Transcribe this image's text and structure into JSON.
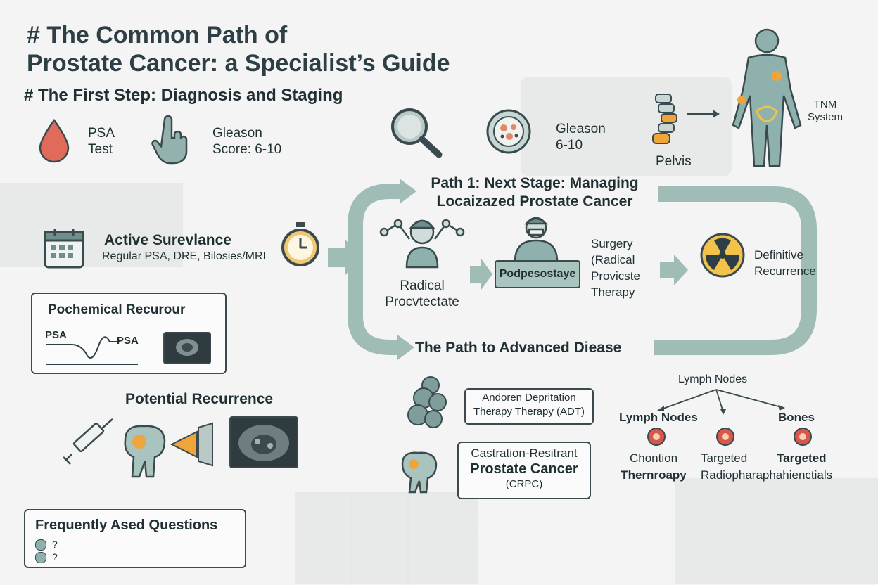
{
  "title": {
    "line1": "# The Common Path of",
    "line2": "Prostate Cancer: a Specialist’s Guide"
  },
  "diagnosis": {
    "heading": "# The First Step: Diagnosis and Staging",
    "psa": {
      "line1": "PSA",
      "line2": "Test"
    },
    "gleason_left": {
      "line1": "Gleason",
      "line2": "Score: 6-10"
    },
    "gleason_right": {
      "line1": "Gleason",
      "line2": "6-10"
    },
    "pelvis": "Pelvis",
    "tnm": {
      "line1": "TNM",
      "line2": "System"
    }
  },
  "active": {
    "title": "Active Surevlance",
    "subtitle": "Regular PSA, DRE, Bilosies/MRI"
  },
  "biochem": {
    "title": "Pochemical Recurour",
    "psa_a": "PSA",
    "psa_b": "PSA"
  },
  "potential": {
    "title": "Potential Recurrence"
  },
  "faq": {
    "title": "Frequently Ased Questions",
    "items": [
      "?",
      "?"
    ]
  },
  "path1": {
    "title_line1": "Path 1: Next Stage: Managing",
    "title_line2": "Locaizazed Prostate Cancer",
    "radical": {
      "line1": "Radical",
      "line2": "Procvtectate"
    },
    "badge": "Podpesostaye",
    "surgery": {
      "line1": "Surgery",
      "line2": "(Radical",
      "line3": "Provicste",
      "line4": "Therapy"
    },
    "definitive": {
      "line1": "Definitive",
      "line2": "Recurrence"
    }
  },
  "advanced": {
    "title": "The Path to Advanced Diease",
    "adt": {
      "line1": "Andoren Depritation",
      "line2": "Therapy Therapy (ADT)"
    },
    "crpc": {
      "line1": "Castration-Resitrant",
      "line2": "Prostate Cancer",
      "line3": "(CRPC)"
    },
    "tree": {
      "root": "Lymph Nodes",
      "left_label": "Lymph Nodes",
      "right_label": "Bones",
      "col1": {
        "line1": "Chontion",
        "line2": "Thernroapy"
      },
      "col2": {
        "line1": "Targeted",
        "line2": "Radiopharaphahienctials"
      },
      "col3": {
        "line1": "Targeted"
      }
    }
  },
  "colors": {
    "arrow": "#9fbcb7",
    "teal_icon": "#7fa3a1",
    "accent_orange": "#f0a53a",
    "drop_red": "#e06b5b"
  }
}
